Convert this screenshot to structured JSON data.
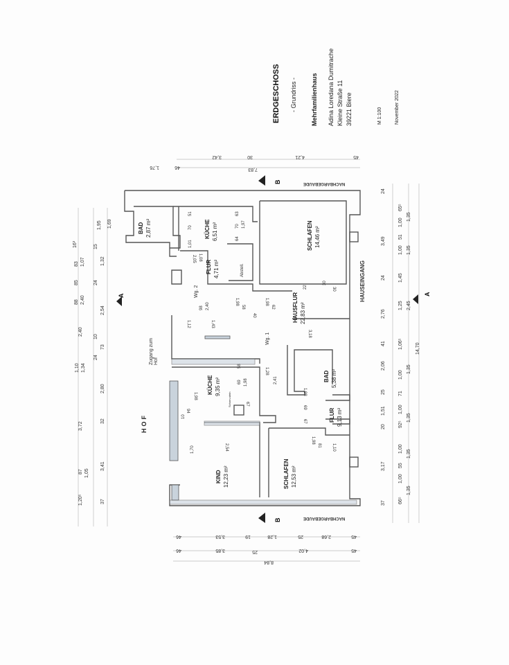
{
  "title_block": {
    "floor": "ERDGESCHOSS",
    "subtitle": "- Grundriss -",
    "building": "Mehrfamilienhaus",
    "owner": "Adina Loredana Dumitrache",
    "street": "Kleine Straße 11",
    "city": "39221 Biere",
    "scale": "M 1:100",
    "date": "November 2022"
  },
  "labels": {
    "hof": "HOF",
    "zugang": "Zugang zum Hof",
    "hauseingang": "HAUSEINGANG",
    "neighbor_top": "NACHBARGEBÄUDE",
    "neighbor_bottom": "NACHBARGEBÄUDE",
    "section_a": "A",
    "section_b": "B",
    "wg1": "Wg. 1",
    "wg2": "Wg. 2",
    "abstell": "Abstell.",
    "schornstein": "Schorn-stein"
  },
  "rooms": [
    {
      "name": "BAD",
      "area": "2,87 m²"
    },
    {
      "name": "KÜCHE",
      "area": "6,51 m²"
    },
    {
      "name": "FLUR",
      "area": "4,71 m²"
    },
    {
      "name": "SCHLAFEN",
      "area": "14,46 m²"
    },
    {
      "name": "HAUSFLUR",
      "area": "22,83 m²"
    },
    {
      "name": "BAD",
      "area": "5,38 m²"
    },
    {
      "name": "KÜCHE",
      "area": "9,35 m²"
    },
    {
      "name": "FLUR",
      "area": "9,13 m²"
    },
    {
      "name": "KIND",
      "area": "12,23 m²"
    },
    {
      "name": "SCHLAFEN",
      "area": "12,53 m²"
    }
  ],
  "dims": {
    "left_row1": [
      "1,20⁵",
      "87",
      "1,05",
      "3,72",
      "1,10",
      "1,34",
      "2,40",
      "88",
      "2,40",
      "85",
      "83",
      "1,07",
      "16³"
    ],
    "left_row2": [
      "37",
      "3,41",
      "32",
      "2,80",
      "24",
      "73",
      "10",
      "2,54",
      "24",
      "1,32",
      "15",
      "1,95",
      "1,69"
    ],
    "right_row1": [
      "37",
      "3,17",
      "20",
      "1,51",
      "25",
      "2,06",
      "41",
      "2,76",
      "24",
      "3,49",
      "24"
    ],
    "right_row2": [
      "66⁵",
      "1,00",
      "55",
      "1,00",
      "92⁵",
      "1,00",
      "71",
      "1,00",
      "1,06⁵",
      "1,25",
      "1,45",
      "1,00",
      "51",
      "1,00",
      "65⁵"
    ],
    "right_row3": [
      "1,35",
      "1,35",
      "1,35",
      "1,35",
      "2,45",
      "1,35",
      "1,35"
    ],
    "right_total": "14,70",
    "top_row1": [
      "45",
      "4,21",
      "30",
      "3,42",
      "46",
      "1,76"
    ],
    "top_row2": [
      "7,83"
    ],
    "bottom_row1": [
      "45",
      "2,68",
      "25",
      "1,28",
      "19",
      "3,53",
      "46"
    ],
    "bottom_row2": [
      "45",
      "4,02",
      "25",
      "3,85",
      "46"
    ],
    "bottom_total": "8,84",
    "inner": [
      "1,01",
      "70",
      "51",
      "64",
      "70",
      "63",
      "1,97",
      "2,05",
      "1,08",
      "98",
      "2,40",
      "1,12",
      "1,43",
      "1,98",
      "58",
      "1,98",
      "62",
      "40",
      "22",
      "30",
      "30",
      "3,18",
      "58",
      "69",
      "1,98",
      "1,28",
      "2,41",
      "1,98",
      "94",
      "10",
      "67",
      "1,70",
      "2,54",
      "1,98",
      "69",
      "67",
      "1,98",
      "81",
      "1,10"
    ]
  },
  "colors": {
    "wall": "#555555",
    "hatch": "#c9d3dc",
    "paper": "#fdfdfd"
  }
}
